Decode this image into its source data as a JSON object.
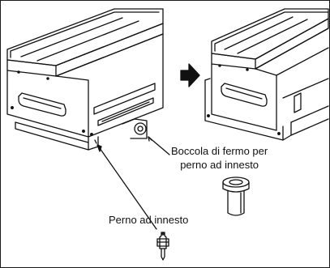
{
  "labels": {
    "bushing_line1": "Boccola di fermo per",
    "bushing_line2": "perno ad innesto",
    "plug_pin": "Perno ad innesto"
  },
  "colors": {
    "line": "#111111",
    "background": "#ffffff",
    "arrow": "#111111"
  },
  "icons": {
    "direction": "arrow-right-icon"
  }
}
